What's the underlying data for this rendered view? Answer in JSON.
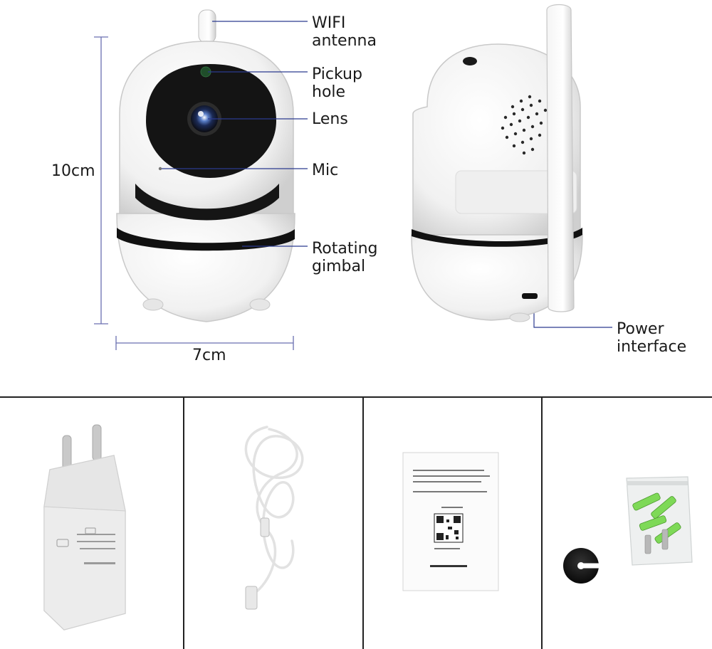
{
  "callouts": {
    "wifi": [
      "WIFI",
      "antenna"
    ],
    "pickup": [
      "Pickup",
      "hole"
    ],
    "lens": [
      "Lens"
    ],
    "mic": [
      "Mic"
    ],
    "gimbal": [
      "Rotating",
      "gimbal"
    ],
    "power": [
      "Power",
      "interface"
    ]
  },
  "dimensions": {
    "height": "10cm",
    "width": "7cm"
  },
  "accessories": [
    {
      "id": "power-adapter",
      "icon": "power-adapter-icon"
    },
    {
      "id": "usb-cable",
      "icon": "usb-cable-icon"
    },
    {
      "id": "user-manual",
      "icon": "manual-icon"
    },
    {
      "id": "mounting-kit",
      "icon": "screws-bag-icon"
    }
  ]
}
